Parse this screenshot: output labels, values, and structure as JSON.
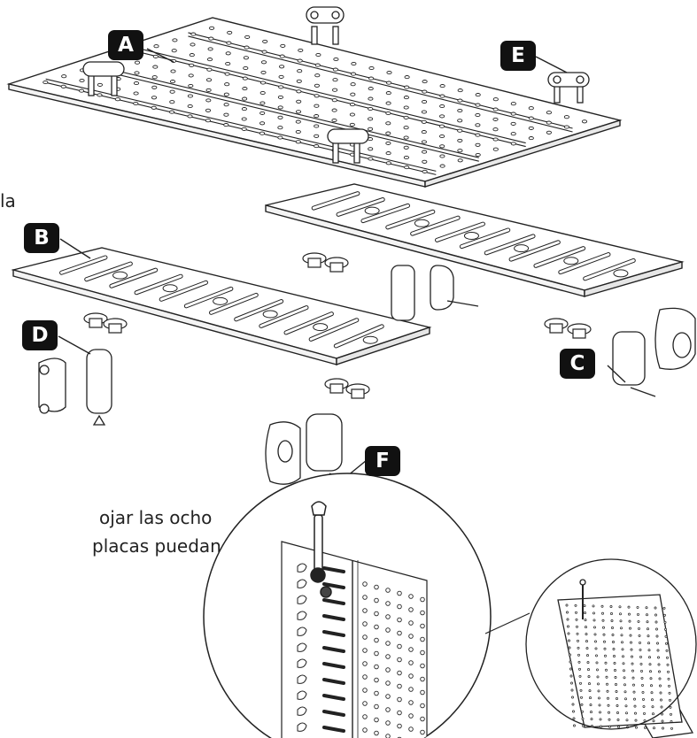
{
  "labels": {
    "A": "A",
    "B": "B",
    "C": "C",
    "D": "D",
    "E": "E",
    "F": "F"
  },
  "text_fragments": {
    "line1": "la",
    "line2": "ojar las ocho",
    "line3": "placas puedan"
  },
  "colors": {
    "stroke": "#222222",
    "label_bg": "#111111",
    "label_text": "#ffffff",
    "part_fill": "#ffffff"
  },
  "icons": [
    "wrench-icon"
  ]
}
